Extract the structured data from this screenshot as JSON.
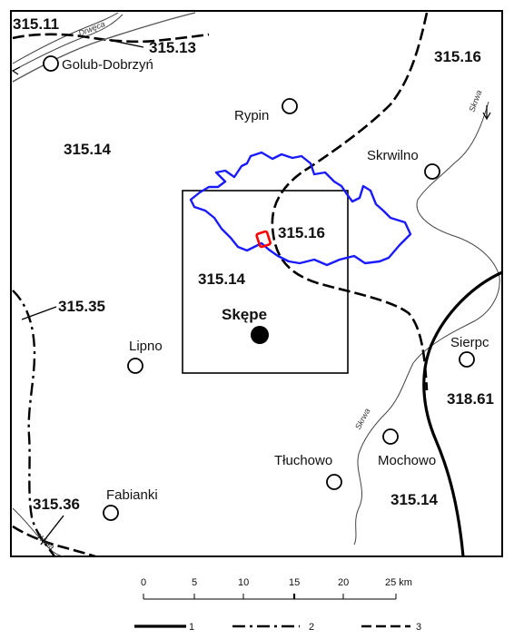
{
  "regions": {
    "r1": "315.11",
    "r2": "315.13",
    "r3": "315.16",
    "r4": "315.14",
    "r5": "315.16",
    "r6": "315.14",
    "r7": "315.35",
    "r8": "318.61",
    "r9": "315.36",
    "r10": "315.14"
  },
  "towns": {
    "golub": "Golub-Dobrzyń",
    "rypin": "Rypin",
    "skrwilno": "Skrwilno",
    "skepe": "Skępe",
    "lipno": "Lipno",
    "sierpc": "Sierpc",
    "tluchowo": "Tłuchowo",
    "mochowo": "Mochowo",
    "fabianki": "Fabianki"
  },
  "rivers": {
    "drweca": "Drwęca",
    "skrwa_n": "Skrwa",
    "skrwa_s": "Skrwa",
    "wisla": "Wisła"
  },
  "scale": {
    "ticks": [
      "0",
      "5",
      "10",
      "15",
      "20",
      "25 km"
    ]
  },
  "legend": {
    "item1": "1",
    "item2": "2",
    "item3": "3"
  },
  "colors": {
    "study_area": "#1a1aff",
    "site": "#ff0000",
    "line": "#000000"
  }
}
